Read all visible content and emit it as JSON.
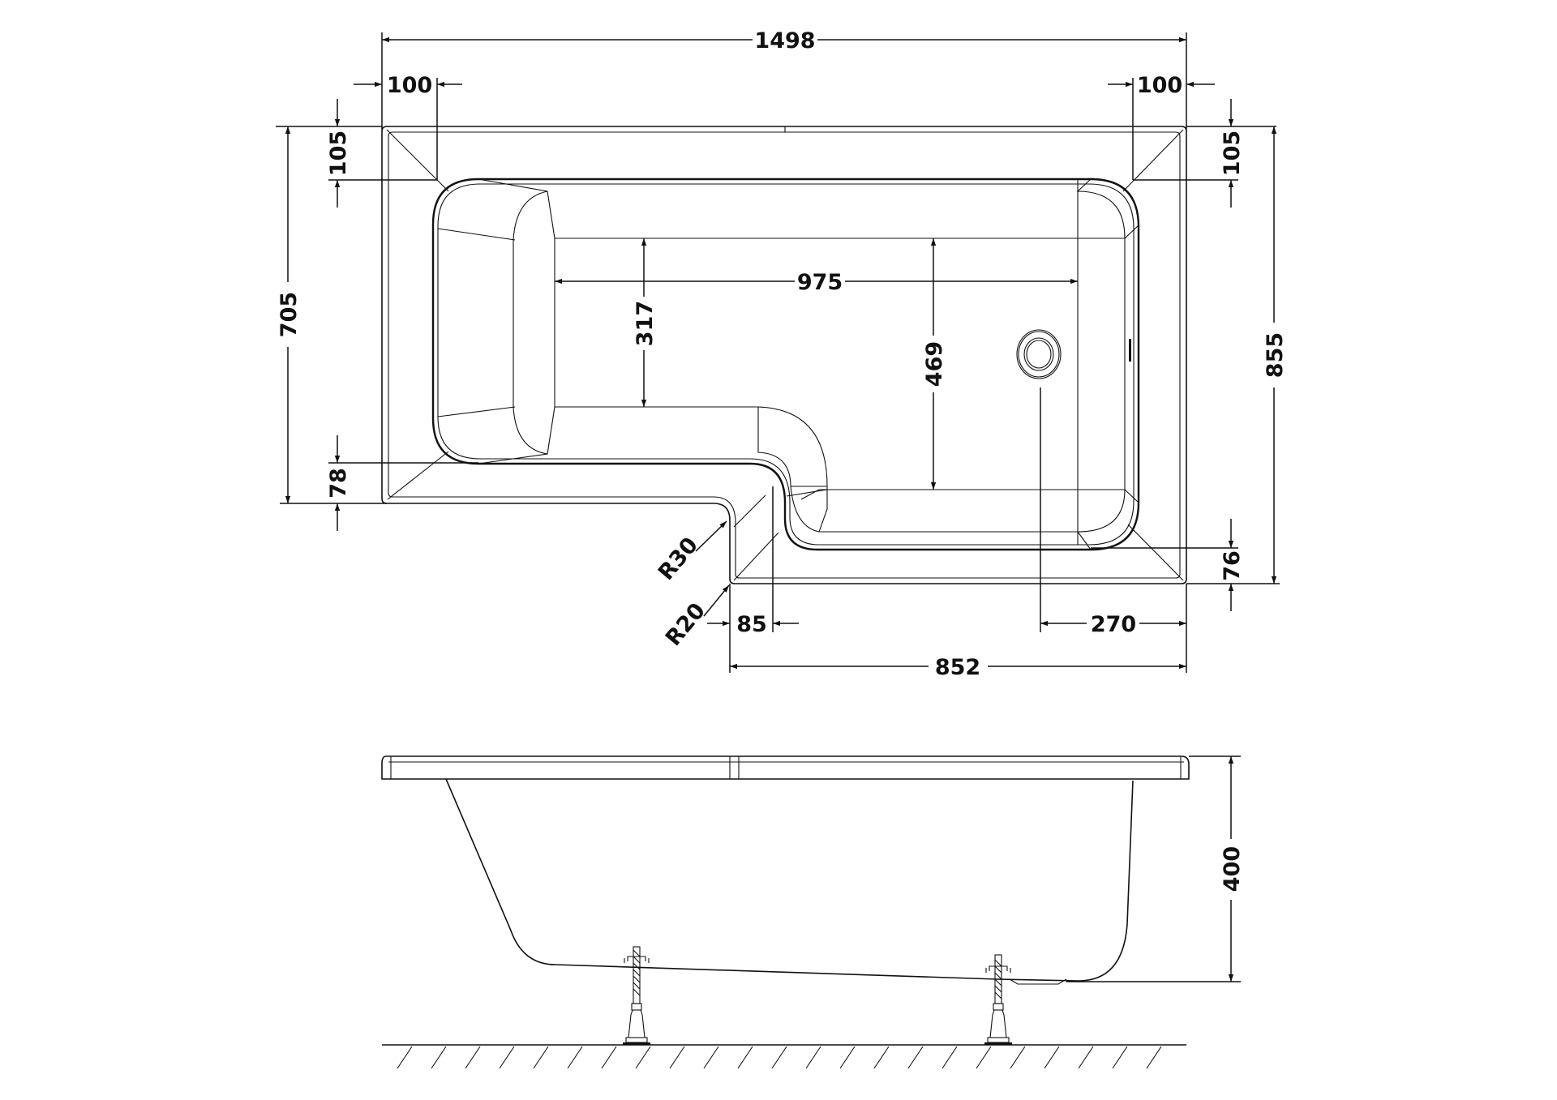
{
  "drawing": {
    "title": "L-shaped shower bath technical drawing",
    "units": "mm",
    "line_color": "#111111",
    "background": "#ffffff"
  },
  "plan_view": {
    "overall_length": "1498",
    "rim_left_offset": "100",
    "rim_right_offset": "100",
    "rim_top_left": "105",
    "rim_top_right": "105",
    "narrow_end_width": "705",
    "wide_end_width": "855",
    "bowl_length": "975",
    "narrow_bowl_width": "317",
    "wide_bowl_width": "469",
    "rim_bottom_left": "78",
    "rim_bottom_right": "76",
    "notch_radius_inner": "R30",
    "notch_radius_outer": "R20",
    "notch_offset": "85",
    "waste_offset": "270",
    "wide_section_length": "852",
    "waste_icon": "drain-waste-circle"
  },
  "side_view": {
    "height": "400",
    "feet_count": 2,
    "ground_icon": "hatched-floor"
  }
}
